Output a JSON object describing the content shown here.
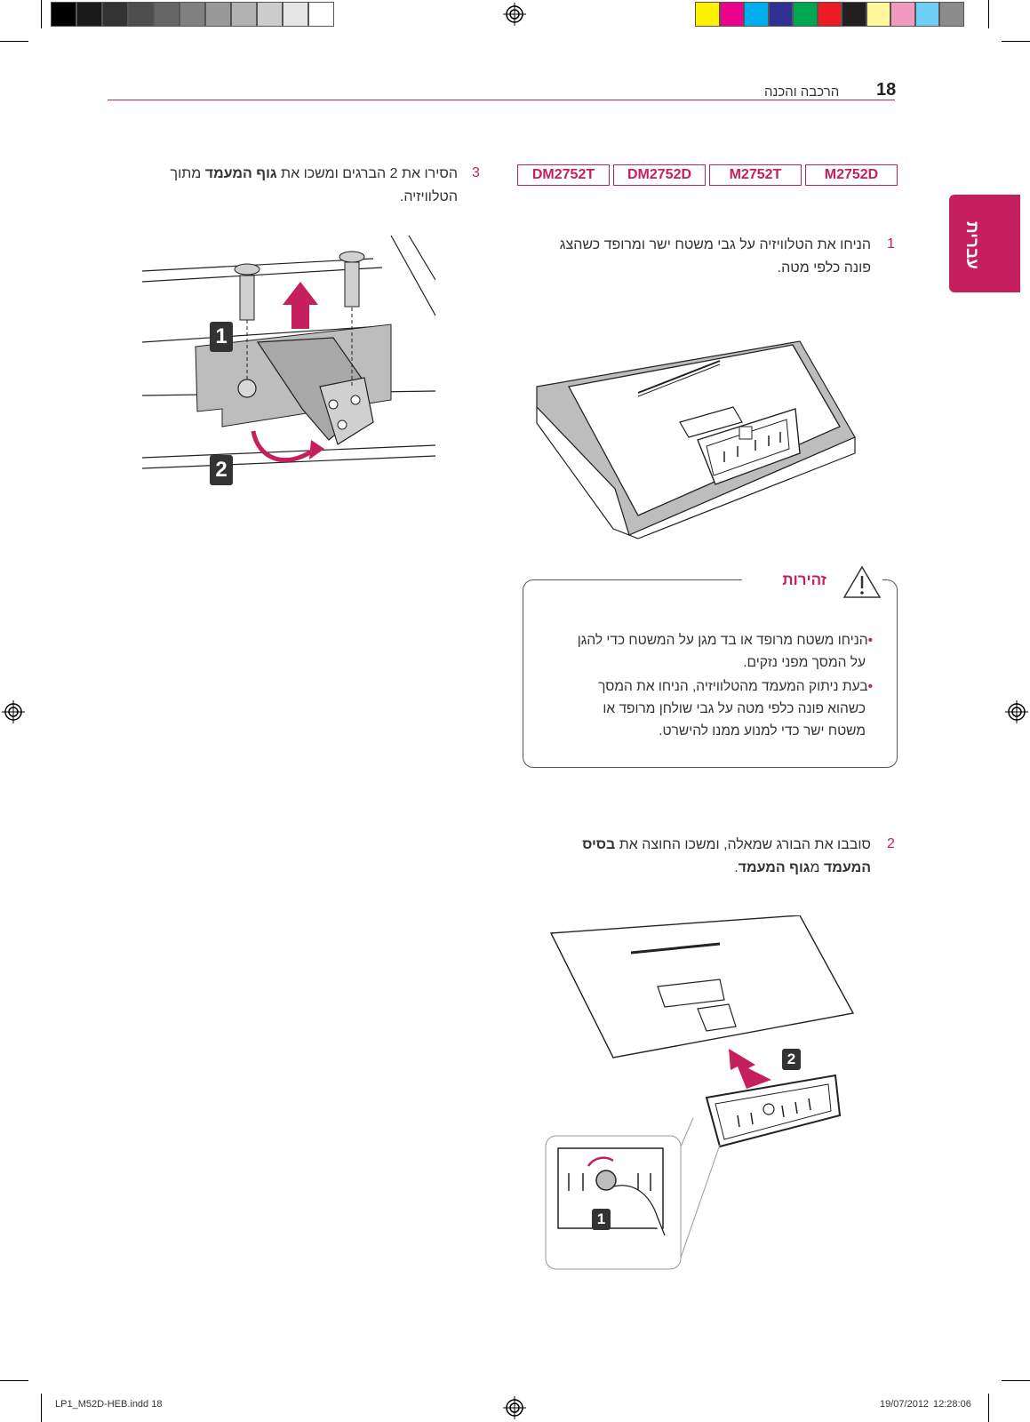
{
  "header": {
    "page_number": "18",
    "section_title": "הרכבה והכנה"
  },
  "side_tab": {
    "label": "עברית"
  },
  "models": [
    "M2752D",
    "M2752T",
    "DM2752D",
    "DM2752T"
  ],
  "steps": {
    "step1": {
      "number": "1",
      "line1": "הניחו את הטלוויזיה על גבי משטח ישר ומרופד כשהצג",
      "line2": "פונה כלפי מטה."
    },
    "step2": {
      "number": "2",
      "line1_part1": "סובבו את הבורג שמאלה, ומשכו החוצה את ",
      "line1_bold": "בסיס",
      "line2_bold1": "המעמד",
      "line2_part2": " מ",
      "line2_bold2": "גוף המעמד",
      "line2_end": "."
    },
    "step3": {
      "number": "3",
      "line1_part1": "הסירו את 2 הברגים ומשכו את ",
      "line1_bold": "גוף המעמד",
      "line1_part2": " מתוך",
      "line2": "הטלוויזיה."
    }
  },
  "warning": {
    "title": "זהירות",
    "bullet": "•",
    "item1_line1": "הניחו משטח מרופד או בד מגן על המשטח כדי להגן",
    "item1_line2": "על המסך מפני נזקים.",
    "item2_line1": "בעת ניתוק המעמד מהטלוויזיה, הניחו את המסך",
    "item2_line2": "כשהוא פונה כלפי מטה על גבי שולחן מרופד או",
    "item2_line3": "משטח ישר כדי למנוע ממנו להישרט."
  },
  "callouts": {
    "one": "1",
    "two": "2"
  },
  "footer": {
    "file": "LP1_M52D-HEB.indd   18",
    "date": "19/07/2012",
    "time": "12:28:06"
  },
  "colors": {
    "accent": "#c51f5d",
    "swatches_gray": [
      "#000000",
      "#1a1a1a",
      "#333333",
      "#4d4d4d",
      "#666666",
      "#808080",
      "#999999",
      "#b3b3b3",
      "#cccccc",
      "#e6e6e6",
      "#ffffff"
    ],
    "swatches_color": [
      "#fff200",
      "#ec008c",
      "#00aeef",
      "#2e3192",
      "#00a651",
      "#ed1c24",
      "#231f20",
      "#fff799",
      "#f49ac1",
      "#6dcff6",
      "#8c8c8c"
    ]
  }
}
